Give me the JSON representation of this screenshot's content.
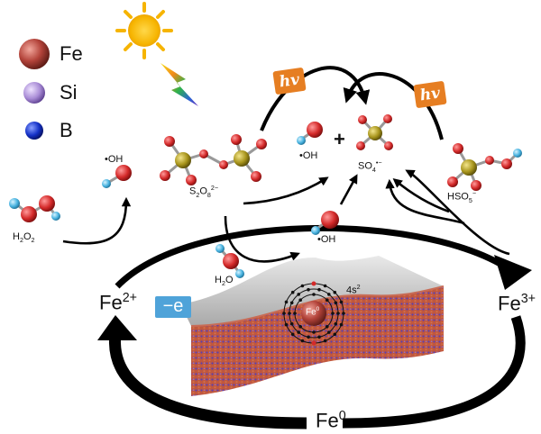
{
  "legend": {
    "items": [
      {
        "label": "Fe",
        "color": "#b3433a"
      },
      {
        "label": "Si",
        "color": "#a98cd6"
      },
      {
        "label": "B",
        "color": "#1431c7"
      }
    ]
  },
  "energy": {
    "hv_label": "hv"
  },
  "species": {
    "h2o2": {
      "base": "H",
      "sub1": "2",
      "mid": "O",
      "sub2": "2"
    },
    "oh_radical_left": "•OH",
    "oh_radical_top": "•OH",
    "oh_radical_mid": "•OH",
    "persulfate": {
      "base": "S",
      "sub1": "2",
      "mid": "O",
      "sub2": "8",
      "sup": "2−"
    },
    "sulfate_radical": {
      "base": "SO",
      "sub": "4",
      "sup": "•−"
    },
    "plus": "+",
    "water": {
      "base": "H",
      "sub": "2",
      "tail": "O"
    },
    "peroxymonosulfate": {
      "base": "HSO",
      "sub": "5",
      "sup": "−"
    }
  },
  "iron": {
    "fe2": {
      "base": "Fe",
      "sup": "2+"
    },
    "fe3": {
      "base": "Fe",
      "sup": "3+"
    },
    "fe0": {
      "base": "Fe",
      "sup": "0"
    },
    "electron_loss": "−e",
    "atom_core": {
      "base": "Fe",
      "sup": "0"
    },
    "orbital": {
      "base": "4s",
      "sup": "2"
    }
  },
  "colors": {
    "fe_atom": "#b3433a",
    "si_atom": "#a98cd6",
    "b_atom": "#1431c7",
    "oxygen": "#d42a2a",
    "hydrogen": "#49b3e0",
    "sulfur": "#a8951c",
    "energy_badge": "#e67e22",
    "electron_badge": "#4fa3d9",
    "arrow": "#000000"
  }
}
